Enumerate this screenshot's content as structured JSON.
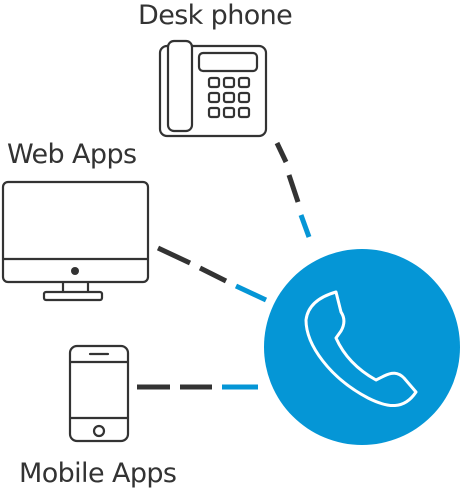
{
  "labels": {
    "desk_phone": "Desk phone",
    "web_apps": "Web Apps",
    "mobile_apps": "Mobile Apps"
  },
  "icons": {
    "desk_phone": "desk-phone-icon",
    "web_apps": "monitor-icon",
    "mobile_apps": "smartphone-icon",
    "hub": "phone-handset-icon"
  },
  "colors": {
    "hub_fill": "#0596d6",
    "device_line": "#333333",
    "connector_dark": "#333333",
    "connector_accent": "#0596d6",
    "label_text": "#333333"
  }
}
